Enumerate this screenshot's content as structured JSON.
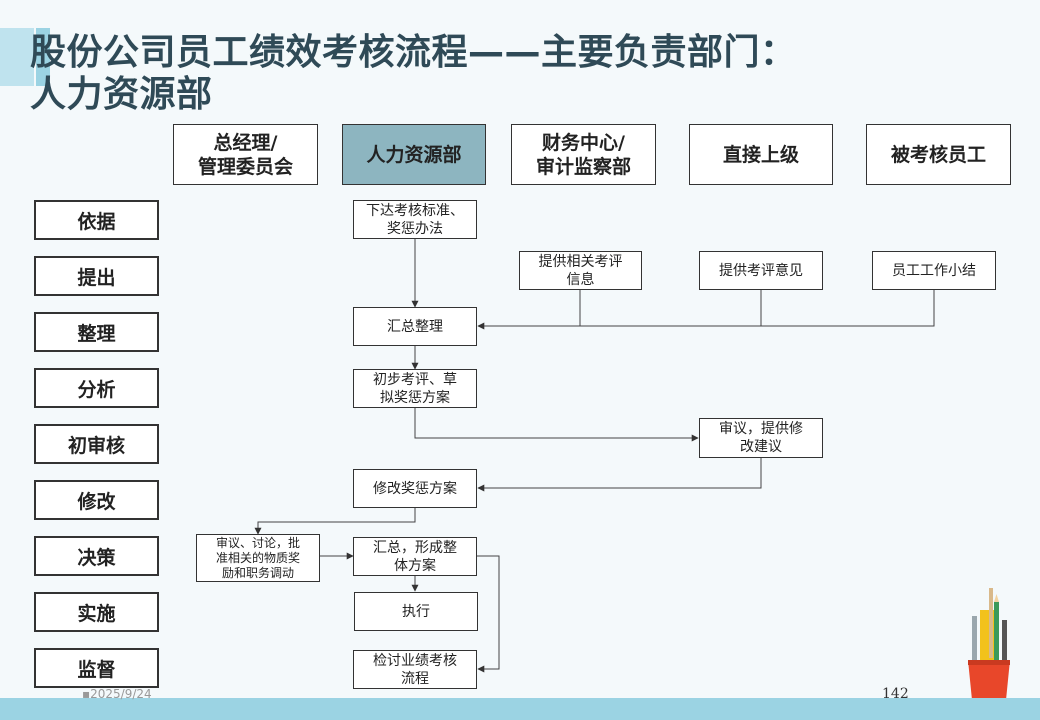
{
  "title": {
    "line1": "股份公司员工绩效考核流程——主要负责部门：",
    "line2": "人力资源部"
  },
  "headers": {
    "gm": [
      "总经理/",
      "管理委员会"
    ],
    "hr": [
      "人力资源部"
    ],
    "finance": [
      "财务中心/",
      "审计监察部"
    ],
    "supervisor": [
      "直接上级"
    ],
    "employee": [
      "被考核员工"
    ]
  },
  "stages": [
    "依据",
    "提出",
    "整理",
    "分析",
    "初审核",
    "修改",
    "决策",
    "实施",
    "监督"
  ],
  "nodes": {
    "issue_standard": [
      "下达考核标准、",
      "奖惩办法"
    ],
    "finance_info": [
      "提供相关考评",
      "信息"
    ],
    "supervisor_opinion": [
      "提供考评意见"
    ],
    "employee_summary": [
      "员工工作小结"
    ],
    "summarize": [
      "汇总整理"
    ],
    "initial_eval": [
      "初步考评、草",
      "拟奖惩方案"
    ],
    "review_suggest": [
      "审议，提供修",
      "改建议"
    ],
    "revise": [
      "修改奖惩方案"
    ],
    "gm_decide": [
      "审议、讨论，批",
      "准相关的物质奖",
      "励和职务调动"
    ],
    "overall_plan": [
      "汇总，形成整",
      "体方案"
    ],
    "execute": [
      "执行"
    ],
    "review_process": [
      "检讨业绩考核",
      "流程"
    ]
  },
  "footer": {
    "date": "2025/9/24",
    "page": "142"
  },
  "colors": {
    "accent_blue": "#9bd3e3",
    "title_color": "#2f4a57",
    "hr_header": "#8db5c0"
  }
}
